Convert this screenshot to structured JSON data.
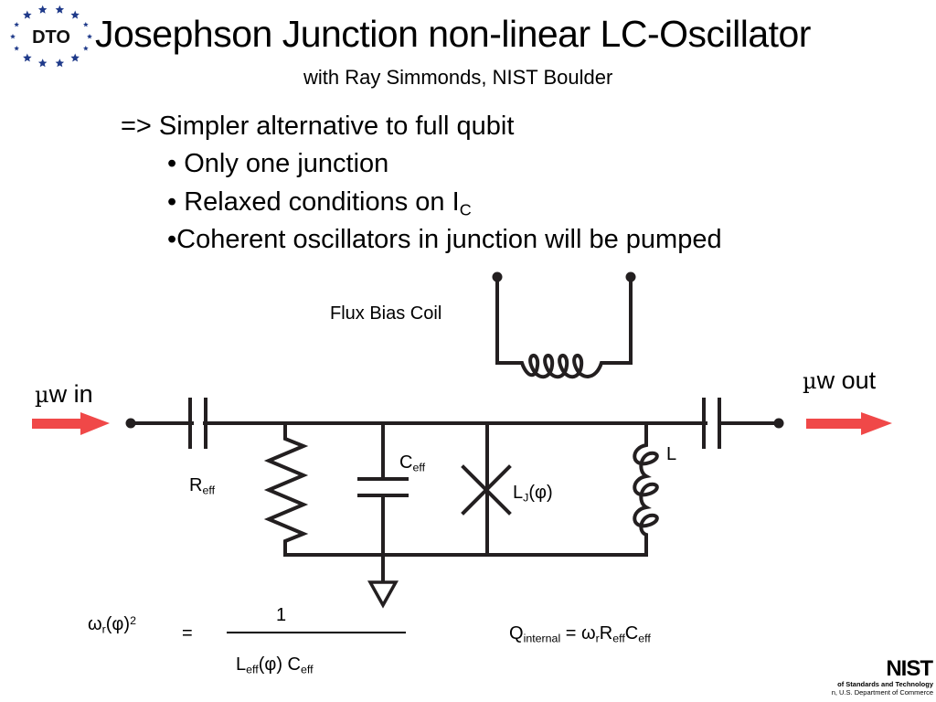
{
  "header": {
    "logo_text": "DTO",
    "title": "Josephson Junction non-linear LC-Oscillator",
    "subtitle": "with Ray Simmonds, NIST Boulder"
  },
  "bullets": {
    "main": "=> Simpler alternative to full qubit",
    "items": [
      {
        "text": "• Only one junction",
        "sub": ""
      },
      {
        "text": "• Relaxed conditions on I",
        "sub": "C"
      },
      {
        "text": "•Coherent oscillators in junction will be pumped",
        "sub": ""
      }
    ]
  },
  "circuit": {
    "flux_bias_label": "Flux Bias Coil",
    "input": {
      "mu": "µ",
      "text": "w in"
    },
    "output": {
      "mu": "µ",
      "text": "w out"
    },
    "r_eff": {
      "base": "R",
      "sub": "eff"
    },
    "c_eff": {
      "base": "C",
      "sub": "eff"
    },
    "lj": {
      "base": "L",
      "sub": "J",
      "suffix": "(φ)"
    },
    "l": "L",
    "arrow_color": "#f04848",
    "wire_color": "#231f20"
  },
  "equations": {
    "resonance": {
      "lhs_base": "ω",
      "lhs_sub": "r",
      "lhs_mid": "(φ)",
      "lhs_sup": "2",
      "equals": "=",
      "numerator": "1",
      "den_l": "L",
      "den_l_sub": "eff",
      "den_mid": "(φ) C",
      "den_c_sub": "eff"
    },
    "q_internal": {
      "q": "Q",
      "q_sub": "internal",
      "eq": " = ω",
      "w_sub": "r",
      "r": "R",
      "r_sub": "eff",
      "c": "C",
      "c_sub": "eff"
    }
  },
  "footer": {
    "nist_logo": "NIST",
    "nist_line1": "of Standards and Technology",
    "nist_line2": "n, U.S. Department of Commerce"
  }
}
